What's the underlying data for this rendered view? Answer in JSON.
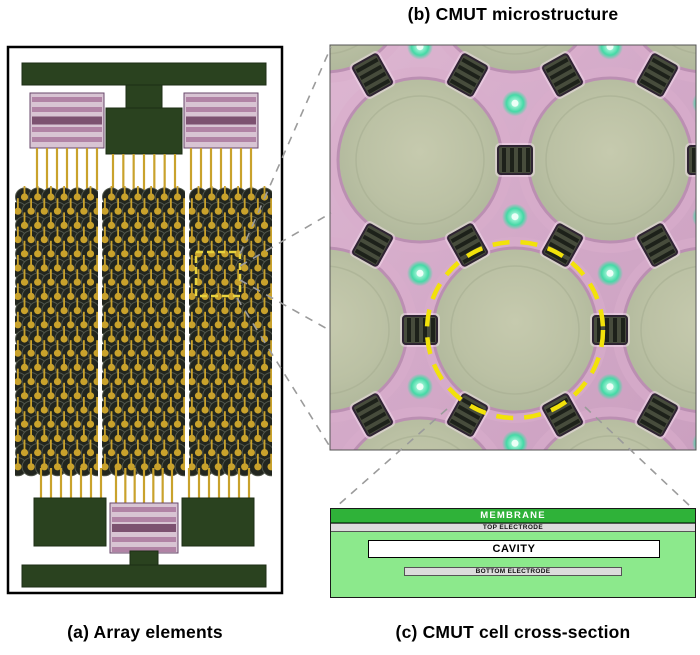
{
  "captions": {
    "a": "(a) Array elements",
    "b": "(b) CMUT microstructure",
    "c": "(c) CMUT cell cross-section"
  },
  "cross_section": {
    "membrane": "MEMBRANE",
    "top_electrode": "TOP ELECTRODE",
    "cavity": "CAVITY",
    "bottom_electrode": "BOTTOM ELECTRODE"
  },
  "colors": {
    "dark_green": "#2a421f",
    "gold": "#c9a22c",
    "cell_dark": "#22261f",
    "cell_outline": "#51564b",
    "pad_light": "#d8c4d3",
    "pad_mauve": "#b183a5",
    "pad_dark": "#7c5170",
    "pad_outline": "#69486b",
    "micro_bg": "#d3a9c8",
    "micro_bg_light": "#ddb6d1",
    "micro_cell": "#bbc1a4",
    "micro_ring": "#bb8fb2",
    "square_fill": "#474c3c",
    "square_bar": "#1d211a",
    "teal": "#45d9a6",
    "highlight_yellow": "#f2e20a",
    "cs_membrane_green": "#2fb239",
    "cs_bg_green": "#8ce98c",
    "electrode_gray": "#dcdcdc",
    "cavity_white": "#ffffff",
    "connector_gray": "#9b9b9b",
    "border_black": "#000000"
  }
}
